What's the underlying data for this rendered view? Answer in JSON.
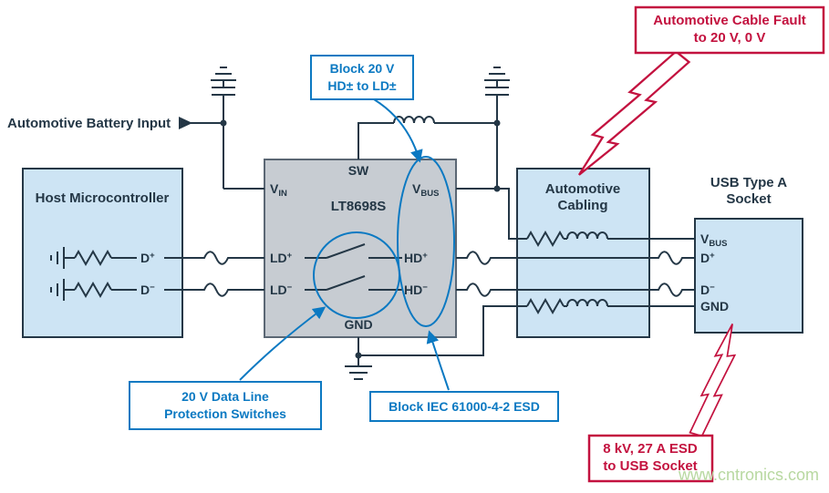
{
  "colors": {
    "text_navy": "#243746",
    "wire": "#243746",
    "accent_blue": "#0b79c2",
    "accent_red": "#c3123f",
    "box_fill_blue": "#cde4f4",
    "chip_fill_gray": "#c7ccd2",
    "chip_border": "#5b6774",
    "watermark_green": "#b8d8a1"
  },
  "battery": {
    "label": "Automotive Battery Input"
  },
  "host": {
    "title": "Host Microcontroller",
    "pin_dp": {
      "base": "D",
      "sup": "+"
    },
    "pin_dm": {
      "base": "D",
      "sup": "−"
    }
  },
  "chip": {
    "name": "LT8698S",
    "pin_sw": "SW",
    "pin_gnd": "GND",
    "pin_vin": {
      "base": "V",
      "sub": "IN"
    },
    "pin_vbus": {
      "base": "V",
      "sub": "BUS"
    },
    "pin_ldp": {
      "base": "LD",
      "sup": "+"
    },
    "pin_ldm": {
      "base": "LD",
      "sup": "−"
    },
    "pin_hdp": {
      "base": "HD",
      "sup": "+"
    },
    "pin_hdm": {
      "base": "HD",
      "sup": "−"
    }
  },
  "cabling": {
    "title_line1": "Automotive",
    "title_line2": "Cabling"
  },
  "usb": {
    "title_line1": "USB Type A",
    "title_line2": "Socket",
    "pin_vbus": {
      "base": "V",
      "sub": "BUS"
    },
    "pin_dp": {
      "base": "D",
      "sup": "+"
    },
    "pin_dm": {
      "base": "D",
      "sup": "−"
    },
    "pin_gnd": "GND"
  },
  "callouts": {
    "block_hd": {
      "line1": "Block 20 V",
      "line2": "HD± to LD±"
    },
    "switches": {
      "line1": "20 V Data Line",
      "line2": "Protection Switches"
    },
    "esd_block": {
      "line1": "Block IEC 61000-4-2 ESD"
    },
    "cable_fault": {
      "line1": "Automotive Cable Fault",
      "line2": "to 20 V, 0 V"
    },
    "esd_usb": {
      "line1": "8 kV, 27 A ESD",
      "line2": "to USB Socket"
    }
  },
  "watermark": "www.cntronics.com"
}
